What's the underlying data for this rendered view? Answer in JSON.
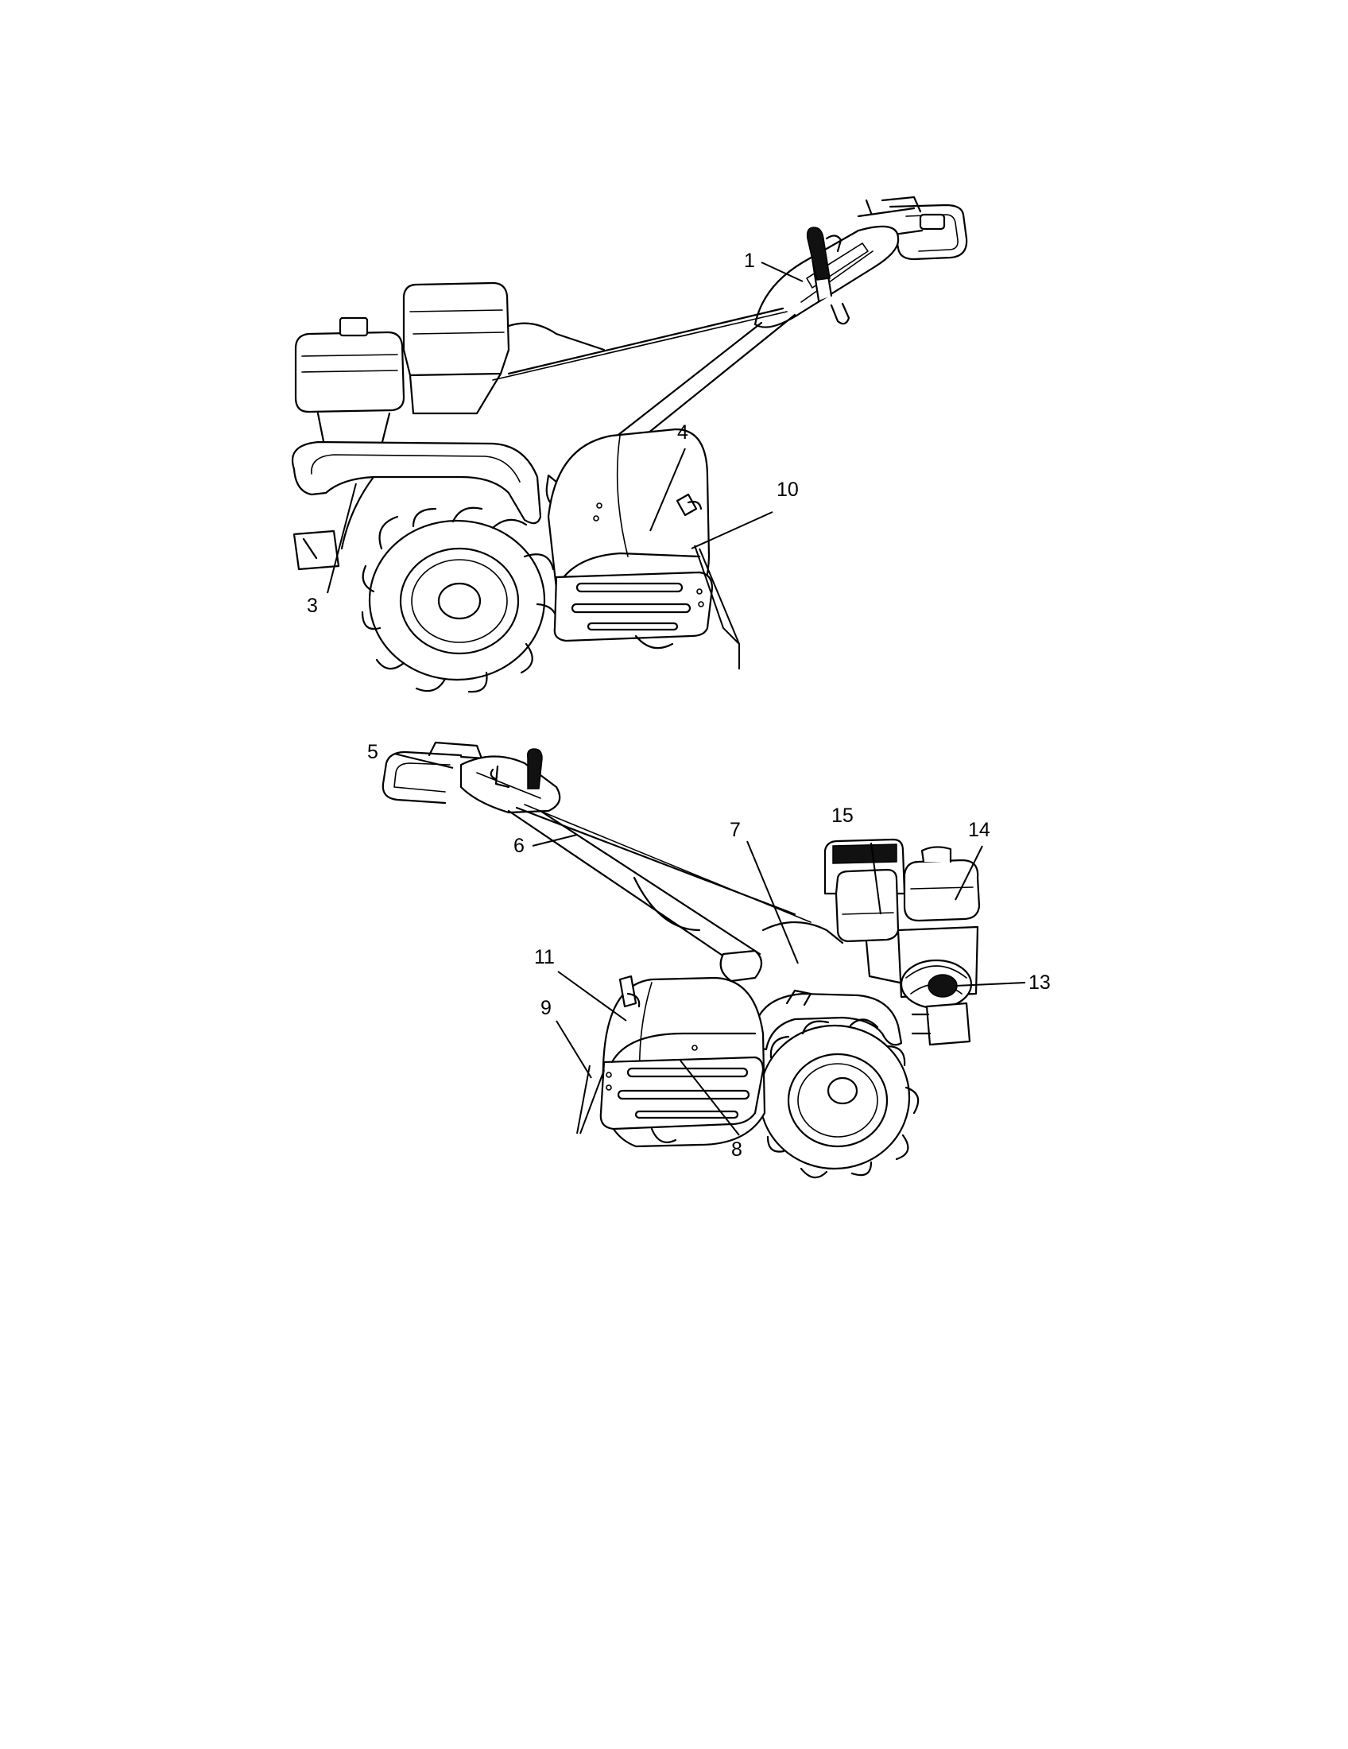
{
  "figure": {
    "views": [
      {
        "id": "left-side-view",
        "callouts": [
          "1",
          "3",
          "4",
          "10"
        ]
      },
      {
        "id": "right-side-view",
        "callouts": [
          "5",
          "6",
          "7",
          "8",
          "9",
          "11",
          "13",
          "14",
          "15"
        ]
      }
    ]
  },
  "callouts": {
    "c1": "1",
    "c3": "3",
    "c4": "4",
    "c10": "10",
    "c5": "5",
    "c6": "6",
    "c7": "7",
    "c8": "8",
    "c9": "9",
    "c11": "11",
    "c13": "13",
    "c14": "14",
    "c15": "15"
  }
}
